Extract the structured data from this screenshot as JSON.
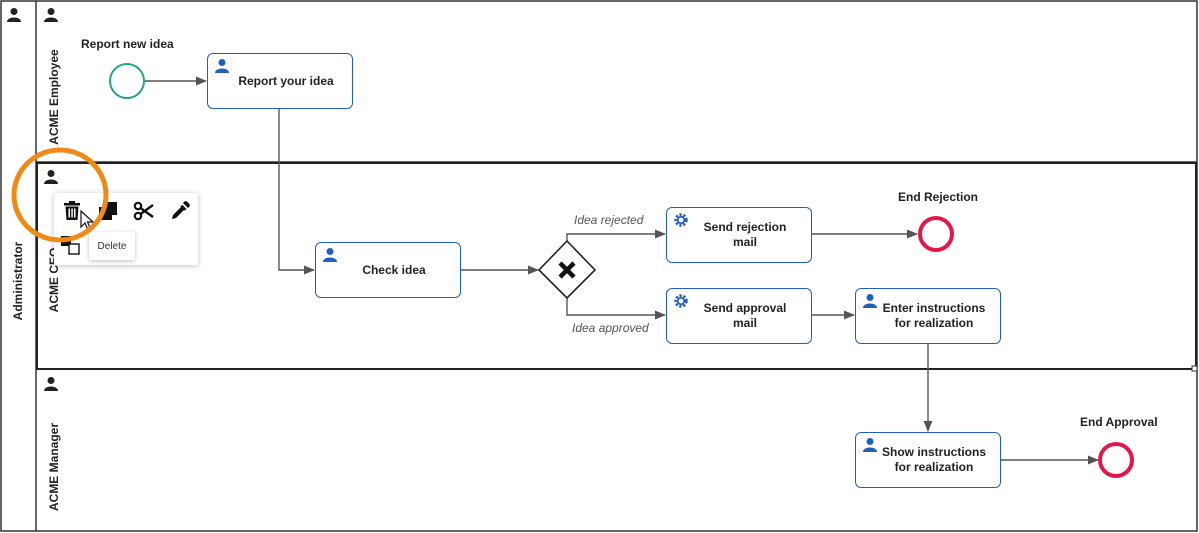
{
  "pool": {
    "name": "Administrator"
  },
  "lanes": [
    {
      "name": "ACME Employee"
    },
    {
      "name": "ACME CEO"
    },
    {
      "name": "ACME Manager"
    }
  ],
  "events": {
    "start": {
      "label": "Report new idea",
      "color": "#21a58a"
    },
    "end_rejection": {
      "label": "End Rejection",
      "color": "#e5174a"
    },
    "end_approval": {
      "label": "End Approval",
      "color": "#e5174a"
    }
  },
  "tasks": {
    "report_idea": {
      "label": "Report your idea",
      "kind": "user"
    },
    "check_idea": {
      "label": "Check idea",
      "kind": "user"
    },
    "send_rejection": {
      "label": "Send rejection\nmail",
      "kind": "service"
    },
    "send_approval": {
      "label": "Send approval\nmail",
      "kind": "service"
    },
    "enter_instructions": {
      "label": "Enter instructions\nfor realization",
      "kind": "user"
    },
    "show_instructions": {
      "label": "Show instructions\nfor realization",
      "kind": "user"
    }
  },
  "gateway": {
    "type": "exclusive"
  },
  "flows": {
    "rejected": "Idea rejected",
    "approved": "Idea approved"
  },
  "context_toolbar": {
    "tools": [
      "trash-icon",
      "copy-icon",
      "scissors-icon",
      "color-picker-icon"
    ],
    "tooltip": "Delete"
  },
  "colors": {
    "task_border": "#1f5fbf",
    "icon_blue": "#1f5fbf",
    "highlight": "#f08a17",
    "line": "#555555"
  }
}
